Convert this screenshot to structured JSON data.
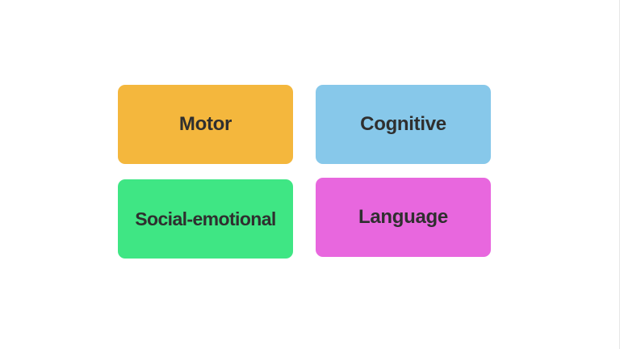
{
  "domains": [
    {
      "id": "motor",
      "label": "Motor",
      "color": "#f4b73d"
    },
    {
      "id": "cognitive",
      "label": "Cognitive",
      "color": "#87c8ea"
    },
    {
      "id": "social",
      "label": "Social-emotional",
      "color": "#3fe684"
    },
    {
      "id": "language",
      "label": "Language",
      "color": "#e867de"
    }
  ]
}
